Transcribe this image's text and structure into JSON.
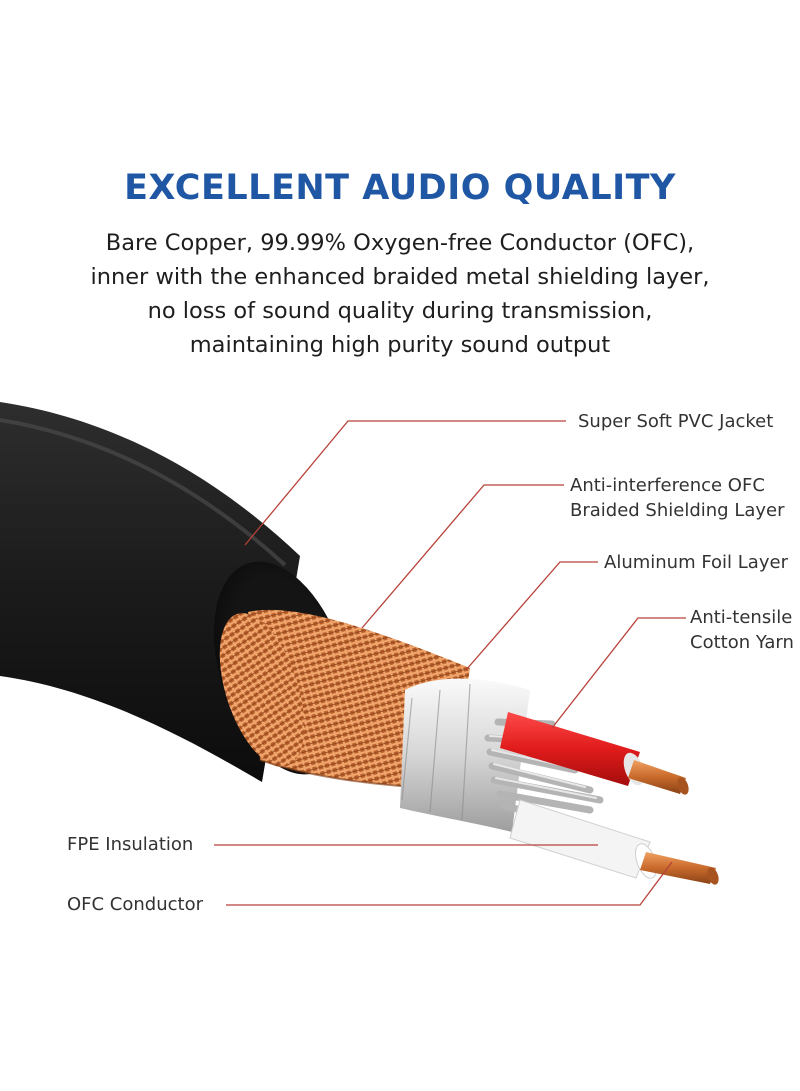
{
  "heading": "EXCELLENT AUDIO QUALITY",
  "description": [
    "Bare Copper, 99.99% Oxygen-free Conductor (OFC),",
    "inner with the enhanced braided metal shielding layer,",
    "no loss of sound quality during transmission,",
    "maintaining high purity sound output"
  ],
  "callouts": {
    "jacket": "Super Soft PVC Jacket",
    "braid_line1": "Anti-interference OFC",
    "braid_line2": "Braided Shielding Layer",
    "foil": "Aluminum Foil Layer",
    "yarn_line1": "Anti-tensile",
    "yarn_line2": "Cotton Yarn",
    "insulation": "FPE Insulation",
    "conductor": "OFC Conductor"
  },
  "colors": {
    "heading": "#1f57a4",
    "text": "#333333",
    "leader_line": "#b8413a",
    "jacket": "#1a1a1a",
    "braid": "#c8713a",
    "red_wire": "#e01b1b",
    "copper": "#c86a2c"
  }
}
